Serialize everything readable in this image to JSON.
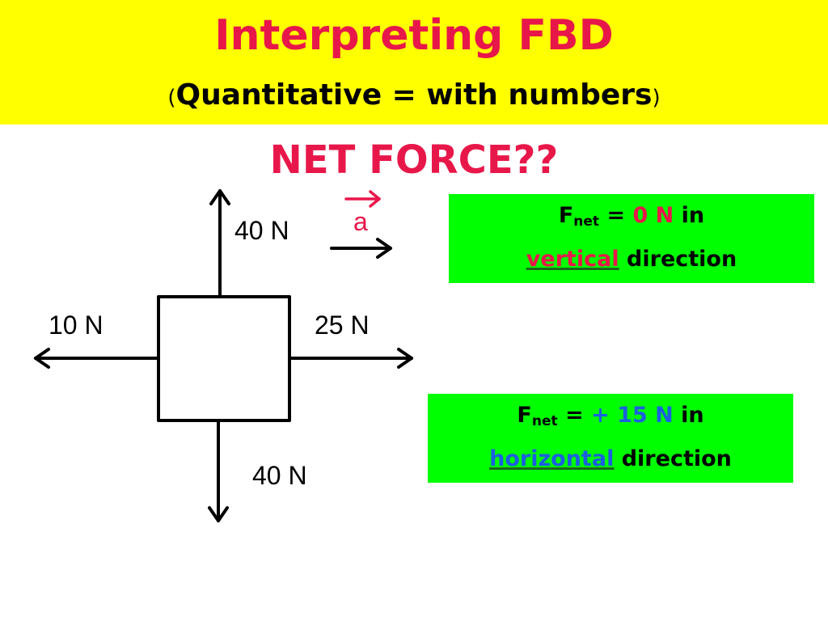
{
  "slide": {
    "title": "Interpreting FBD",
    "subtitle_open": "(",
    "subtitle_text": "Quantitative = with numbers",
    "subtitle_close": ")",
    "heading": "NET FORCE??"
  },
  "diagram": {
    "force_up": "40 N",
    "force_down": "40 N",
    "force_left": "10 N",
    "force_right": "25 N",
    "acceleration": "a"
  },
  "answers": {
    "vertical": {
      "f_main": "F",
      "f_sub": "net",
      "equals": " = ",
      "value": "0 N",
      "suffix": " in",
      "direction_word": "vertical",
      "direction_tail": " direction"
    },
    "horizontal": {
      "f_main": "F",
      "f_sub": "net",
      "equals": " = ",
      "value": "+ 15 N",
      "suffix": " in",
      "direction_word": "horizontal",
      "direction_tail": " direction"
    }
  },
  "colors": {
    "title_band": "#ffff00",
    "title_text": "#e8174a",
    "answer_box": "#00ff00",
    "zero_value": "#e8174a",
    "positive_value": "#1b5fe0"
  }
}
